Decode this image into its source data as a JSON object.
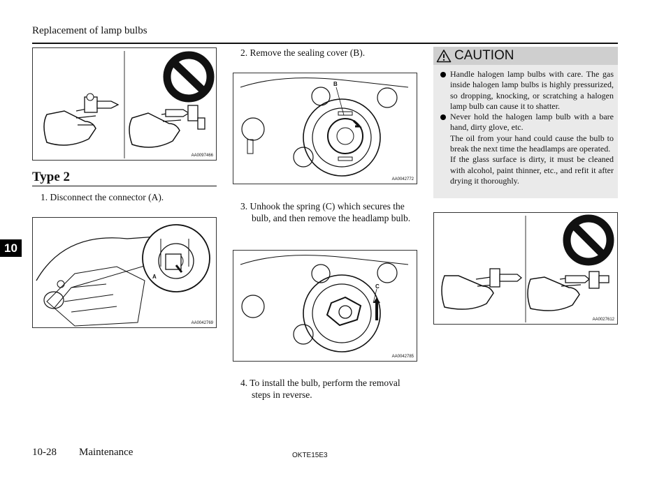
{
  "header": {
    "title": "Replacement of lamp bulbs"
  },
  "side_tab": "10",
  "figures": {
    "fig1": {
      "code": "AA0097466"
    },
    "fig2": {
      "code": "AA0042769",
      "label": "A"
    },
    "fig3": {
      "code": "AA0042772",
      "label": "B"
    },
    "fig4": {
      "code": "AA0042785",
      "label": "C"
    },
    "fig5": {
      "code": "AA0027612"
    }
  },
  "type2": {
    "heading": "Type 2"
  },
  "steps": {
    "step1": "1. Disconnect the connector (A).",
    "step2": "2. Remove the sealing cover (B).",
    "step3_line1": "3. Unhook the spring (C) which secures the",
    "step3_line2": "bulb, and then remove the headlamp bulb.",
    "step4_line1": "4. To install the bulb, perform the removal",
    "step4_line2": "steps in reverse."
  },
  "caution": {
    "title": "CAUTION",
    "item1": "Handle halogen lamp bulbs with care. The gas inside halogen lamp bulbs is highly pressurized, so dropping, knocking, or scratching a halogen lamp bulb can cause it to shatter.",
    "item2_p1": "Never hold the halogen lamp bulb with a bare hand, dirty glove, etc.",
    "item2_p2": "The oil from your hand could cause the bulb to break the next time the headlamps are operated.",
    "item2_p3": "If the glass surface is dirty, it must be cleaned with alcohol, paint thinner, etc., and refit it after drying it thoroughly."
  },
  "footer": {
    "page": "10-28",
    "section": "Maintenance",
    "code": "OKTE15E3"
  }
}
